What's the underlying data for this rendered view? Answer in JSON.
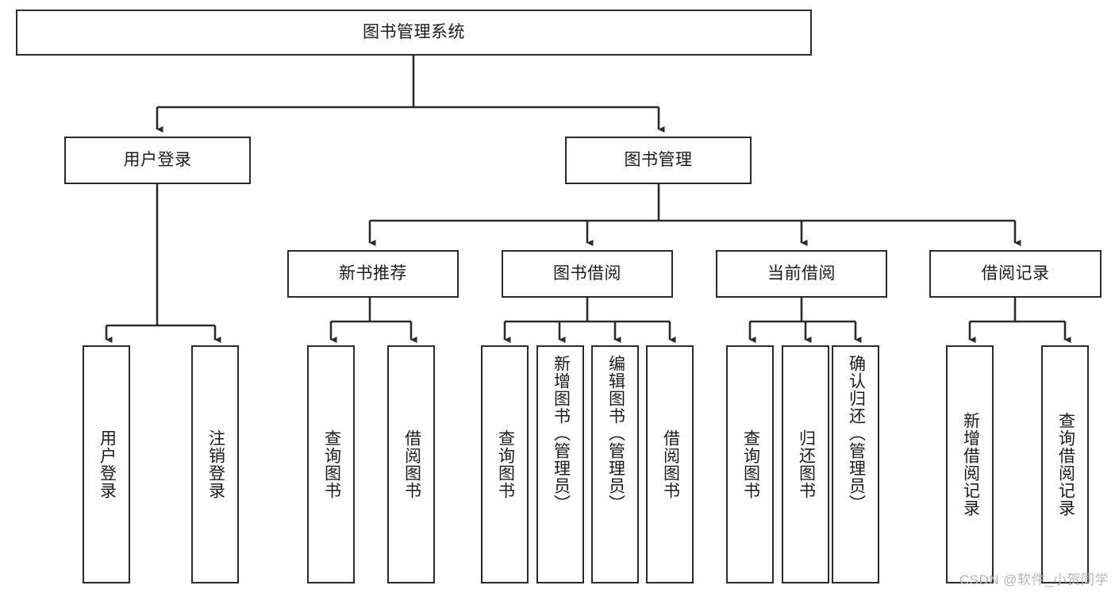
{
  "diagram": {
    "title": "图书管理系统",
    "type": "tree-hierarchy",
    "watermark": "CSDN @软件_小贺同学",
    "colors": {
      "box_border": "#2b2b2b",
      "box_fill": "#ffffff",
      "connector": "#2b2b2b",
      "text": "#1b1b1b",
      "watermark": "#b6b6b6",
      "background": "#ffffff"
    },
    "root": {
      "label": "图书管理系统"
    },
    "level2": [
      {
        "label": "用户登录"
      },
      {
        "label": "图书管理"
      }
    ],
    "level3": [
      {
        "label": "新书推荐"
      },
      {
        "label": "图书借阅"
      },
      {
        "label": "当前借阅"
      },
      {
        "label": "借阅记录"
      }
    ],
    "leaves": {
      "user_login": [
        {
          "label": "用户登录"
        },
        {
          "label": "注销登录"
        }
      ],
      "new_book_recommend": [
        {
          "label": "查询图书"
        },
        {
          "label": "借阅图书"
        }
      ],
      "book_borrow": [
        {
          "label": "查询图书"
        },
        {
          "label": "新增图书（管理员）"
        },
        {
          "label": "编辑图书（管理员）"
        },
        {
          "label": "借阅图书"
        }
      ],
      "current_borrow": [
        {
          "label": "查询图书"
        },
        {
          "label": "归还图书"
        },
        {
          "label": "确认归还（管理员）"
        }
      ],
      "borrow_record": [
        {
          "label": "新增借阅记录"
        },
        {
          "label": "查询借阅记录"
        }
      ]
    }
  }
}
